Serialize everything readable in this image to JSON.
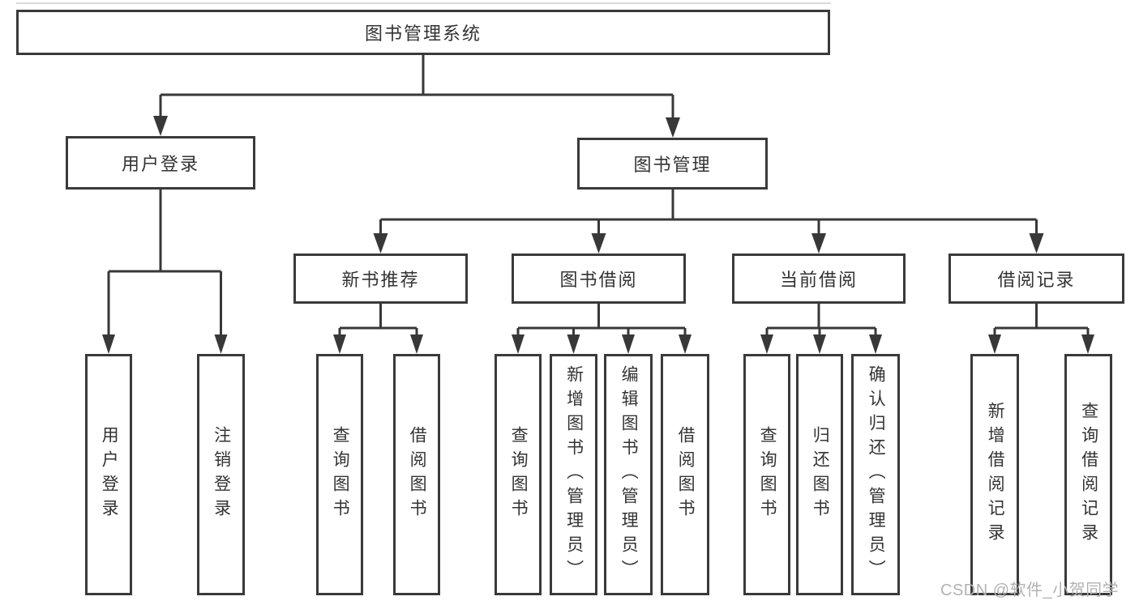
{
  "diagram_title": "图书管理系统",
  "tree": {
    "root": {
      "label": "图书管理系统"
    },
    "branches": [
      {
        "label": "用户登录",
        "children": [
          "用户登录",
          "注销登录"
        ]
      },
      {
        "label": "图书管理",
        "children": [
          {
            "label": "新书推荐",
            "children": [
              "查询图书",
              "借阅图书"
            ]
          },
          {
            "label": "图书借阅",
            "children": [
              "查询图书",
              "新增图书（管理员）",
              "编辑图书（管理员）",
              "借阅图书"
            ]
          },
          {
            "label": "当前借阅",
            "children": [
              "查询图书",
              "归还图书",
              "确认归还（管理员）"
            ]
          },
          {
            "label": "借阅记录",
            "children": [
              "新增借阅记录",
              "查询借阅记录"
            ]
          }
        ]
      }
    ]
  },
  "watermark": "CSDN @软件_小贺同学",
  "colors": {
    "box_border": "#3a3a3a",
    "connector_line": "#383838",
    "text": "#333333",
    "watermark_text": "#b2b2b2",
    "background": "#ffffff"
  }
}
